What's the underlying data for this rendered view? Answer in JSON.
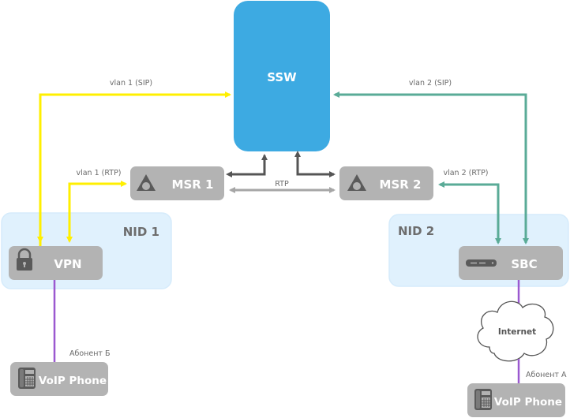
{
  "colors": {
    "ssw": "#3daae2",
    "node": "#b3b3b3",
    "zone": "#e0f1fd",
    "zone_border": "#d5ebfb",
    "icon": "#5a5a5a",
    "vlan1": "#ffef00",
    "vlan2": "#5aab97",
    "internal": "#555555",
    "rtp": "#a6a6a6",
    "subscriber": "#9b59d0"
  },
  "nodes": {
    "ssw": {
      "label": "SSW"
    },
    "msr1": {
      "label": "MSR 1",
      "icon": "triangle-circle-icon"
    },
    "msr2": {
      "label": "MSR 2",
      "icon": "triangle-circle-icon"
    },
    "vpn": {
      "label": "VPN",
      "icon": "lock-icon"
    },
    "sbc": {
      "label": "SBC",
      "icon": "server-icon"
    },
    "phone_b": {
      "label": "VoIP Phone",
      "icon": "desk-phone-icon"
    },
    "phone_a": {
      "label": "VoIP Phone",
      "icon": "desk-phone-icon"
    },
    "internet": {
      "label": "Internet",
      "icon": "cloud-icon"
    }
  },
  "zones": {
    "nid1": {
      "label": "NID 1"
    },
    "nid2": {
      "label": "NID 2"
    }
  },
  "links": {
    "vlan1_sip": "vlan 1 (SIP)",
    "vlan1_rtp": "vlan 1 (RTP)",
    "vlan2_sip": "vlan 2 (SIP)",
    "vlan2_rtp": "vlan 2 (RTP)",
    "rtp": "RTP",
    "subscriber_b": "Абонент Б",
    "subscriber_a": "Абонент А"
  }
}
